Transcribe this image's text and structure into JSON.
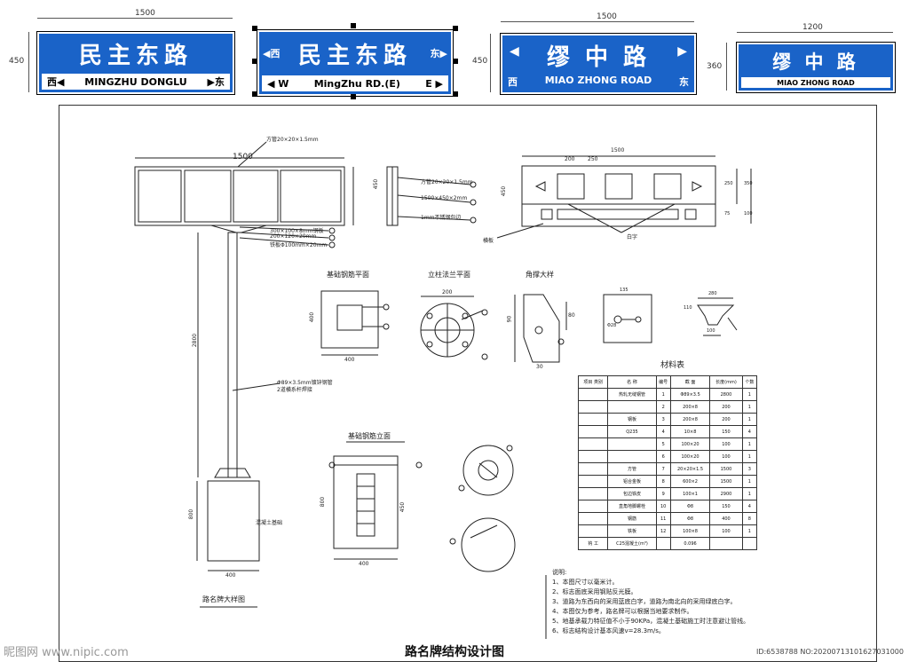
{
  "signs": [
    {
      "width_label": "1500",
      "height_label": "450",
      "cn": "民主东路",
      "west": "西◀",
      "east": "▶东",
      "en": "MINGZHU DONGLU"
    },
    {
      "cn": "民主东路",
      "west_cn": "◀西",
      "east_cn": "东▶",
      "w": "◀ W",
      "e": "E ▶",
      "en": "MingZhu RD.(E)"
    },
    {
      "width_label": "1500",
      "height_label": "450",
      "cn": "缪 中 路",
      "arrow_l": "◀",
      "arrow_r": "▶",
      "west": "西",
      "east": "东",
      "en": "MIAO ZHONG ROAD"
    },
    {
      "width_label": "1200",
      "height_label": "360",
      "cn": "缪 中 路",
      "en": "MIAO ZHONG ROAD"
    }
  ],
  "drawing": {
    "top_dim": "1500",
    "pipe_label": "方管20×20×1.5mm",
    "plates": [
      "300×100×8mm钢板",
      "200×120×20mm",
      "铁板Φ100mm×20mm"
    ],
    "pole_height": "2800",
    "pole_note": "Φ89×3.5mm镀锌钢管",
    "pole_note2": "2道横系杆焊接",
    "base_height": "800",
    "base_width": "400",
    "base_label": "混凝土基础",
    "side_h": "450",
    "side_parts": [
      "方管20×20×1.5mm",
      "1500×450×2mm",
      "1mm不锈钢包边"
    ],
    "front_w": "1500",
    "front_dims": [
      "200",
      "250"
    ],
    "front_h": "450",
    "front_right": [
      "250",
      "350",
      "75",
      "100"
    ],
    "front_labels": [
      "横板",
      "白字"
    ],
    "sec_base_plan": "基础钢筋平面",
    "sec_flange": "立柱法兰平面",
    "sec_brace": "角撑大样",
    "flange_w": "200",
    "base_plan_w": "400",
    "base_plan_h": "400",
    "brace_dims": [
      "90",
      "30",
      "80"
    ],
    "plate_dims": [
      "135",
      "Φ28"
    ],
    "gusset_dims": [
      "280",
      "100",
      "110"
    ],
    "sec_base_elev": "基础钢筋立面",
    "elev_dims": [
      "800",
      "450",
      "400"
    ],
    "main_caption": "路名牌大样图",
    "table_title": "材料表",
    "table_head": [
      "项目\n类别",
      "名 称",
      "编号",
      "截 面",
      "长度(mm)",
      "个数"
    ],
    "table_rows": [
      [
        "",
        "热轧无缝钢管",
        "1",
        "Φ89×3.5",
        "2800",
        "1"
      ],
      [
        "",
        "",
        "2",
        "200×8",
        "200",
        "1"
      ],
      [
        "",
        "钢板",
        "3",
        "200×8",
        "200",
        "1"
      ],
      [
        "",
        "Q235",
        "4",
        "10×8",
        "150",
        "4"
      ],
      [
        "",
        "",
        "5",
        "100×20",
        "100",
        "1"
      ],
      [
        "",
        "",
        "6",
        "100×20",
        "100",
        "1"
      ],
      [
        "",
        "方管",
        "7",
        "20×20×1.5",
        "1500",
        "3"
      ],
      [
        "",
        "铝合金板",
        "8",
        "600×2",
        "1500",
        "1"
      ],
      [
        "",
        "包边铁皮",
        "9",
        "100×1",
        "2900",
        "1"
      ],
      [
        "",
        "直角地脚螺栓",
        "10",
        "Φ8",
        "150",
        "4"
      ],
      [
        "",
        "钢筋",
        "11",
        "Φ8",
        "400",
        "8"
      ],
      [
        "",
        "铁板",
        "12",
        "100×8",
        "100",
        "1"
      ],
      [
        "钩 工",
        "C25混凝土(m³)",
        "",
        "0.096",
        "",
        ""
      ]
    ],
    "notes_head": "说明:",
    "notes": [
      "1、本图尺寸以毫米计。",
      "2、标志面底采用钢贴反光膜。",
      "3、道路为东西向的采用蓝底白字，道路为南北向的采用绿底白字。",
      "4、本图仅为参考，路名牌可以根据当地要求制作。",
      "5、地基承载力特征值不小于90KPa，混凝土基础施工时注意避让管线。",
      "6、标志结构设计基本风速v=28.3m/s。"
    ],
    "title": "路名牌结构设计图"
  },
  "watermark": {
    "left": "昵图网 www.nipic.com",
    "right": "ID:6538788 NO:20200713101627031000"
  },
  "colors": {
    "sign_blue": "#1a63c8"
  }
}
